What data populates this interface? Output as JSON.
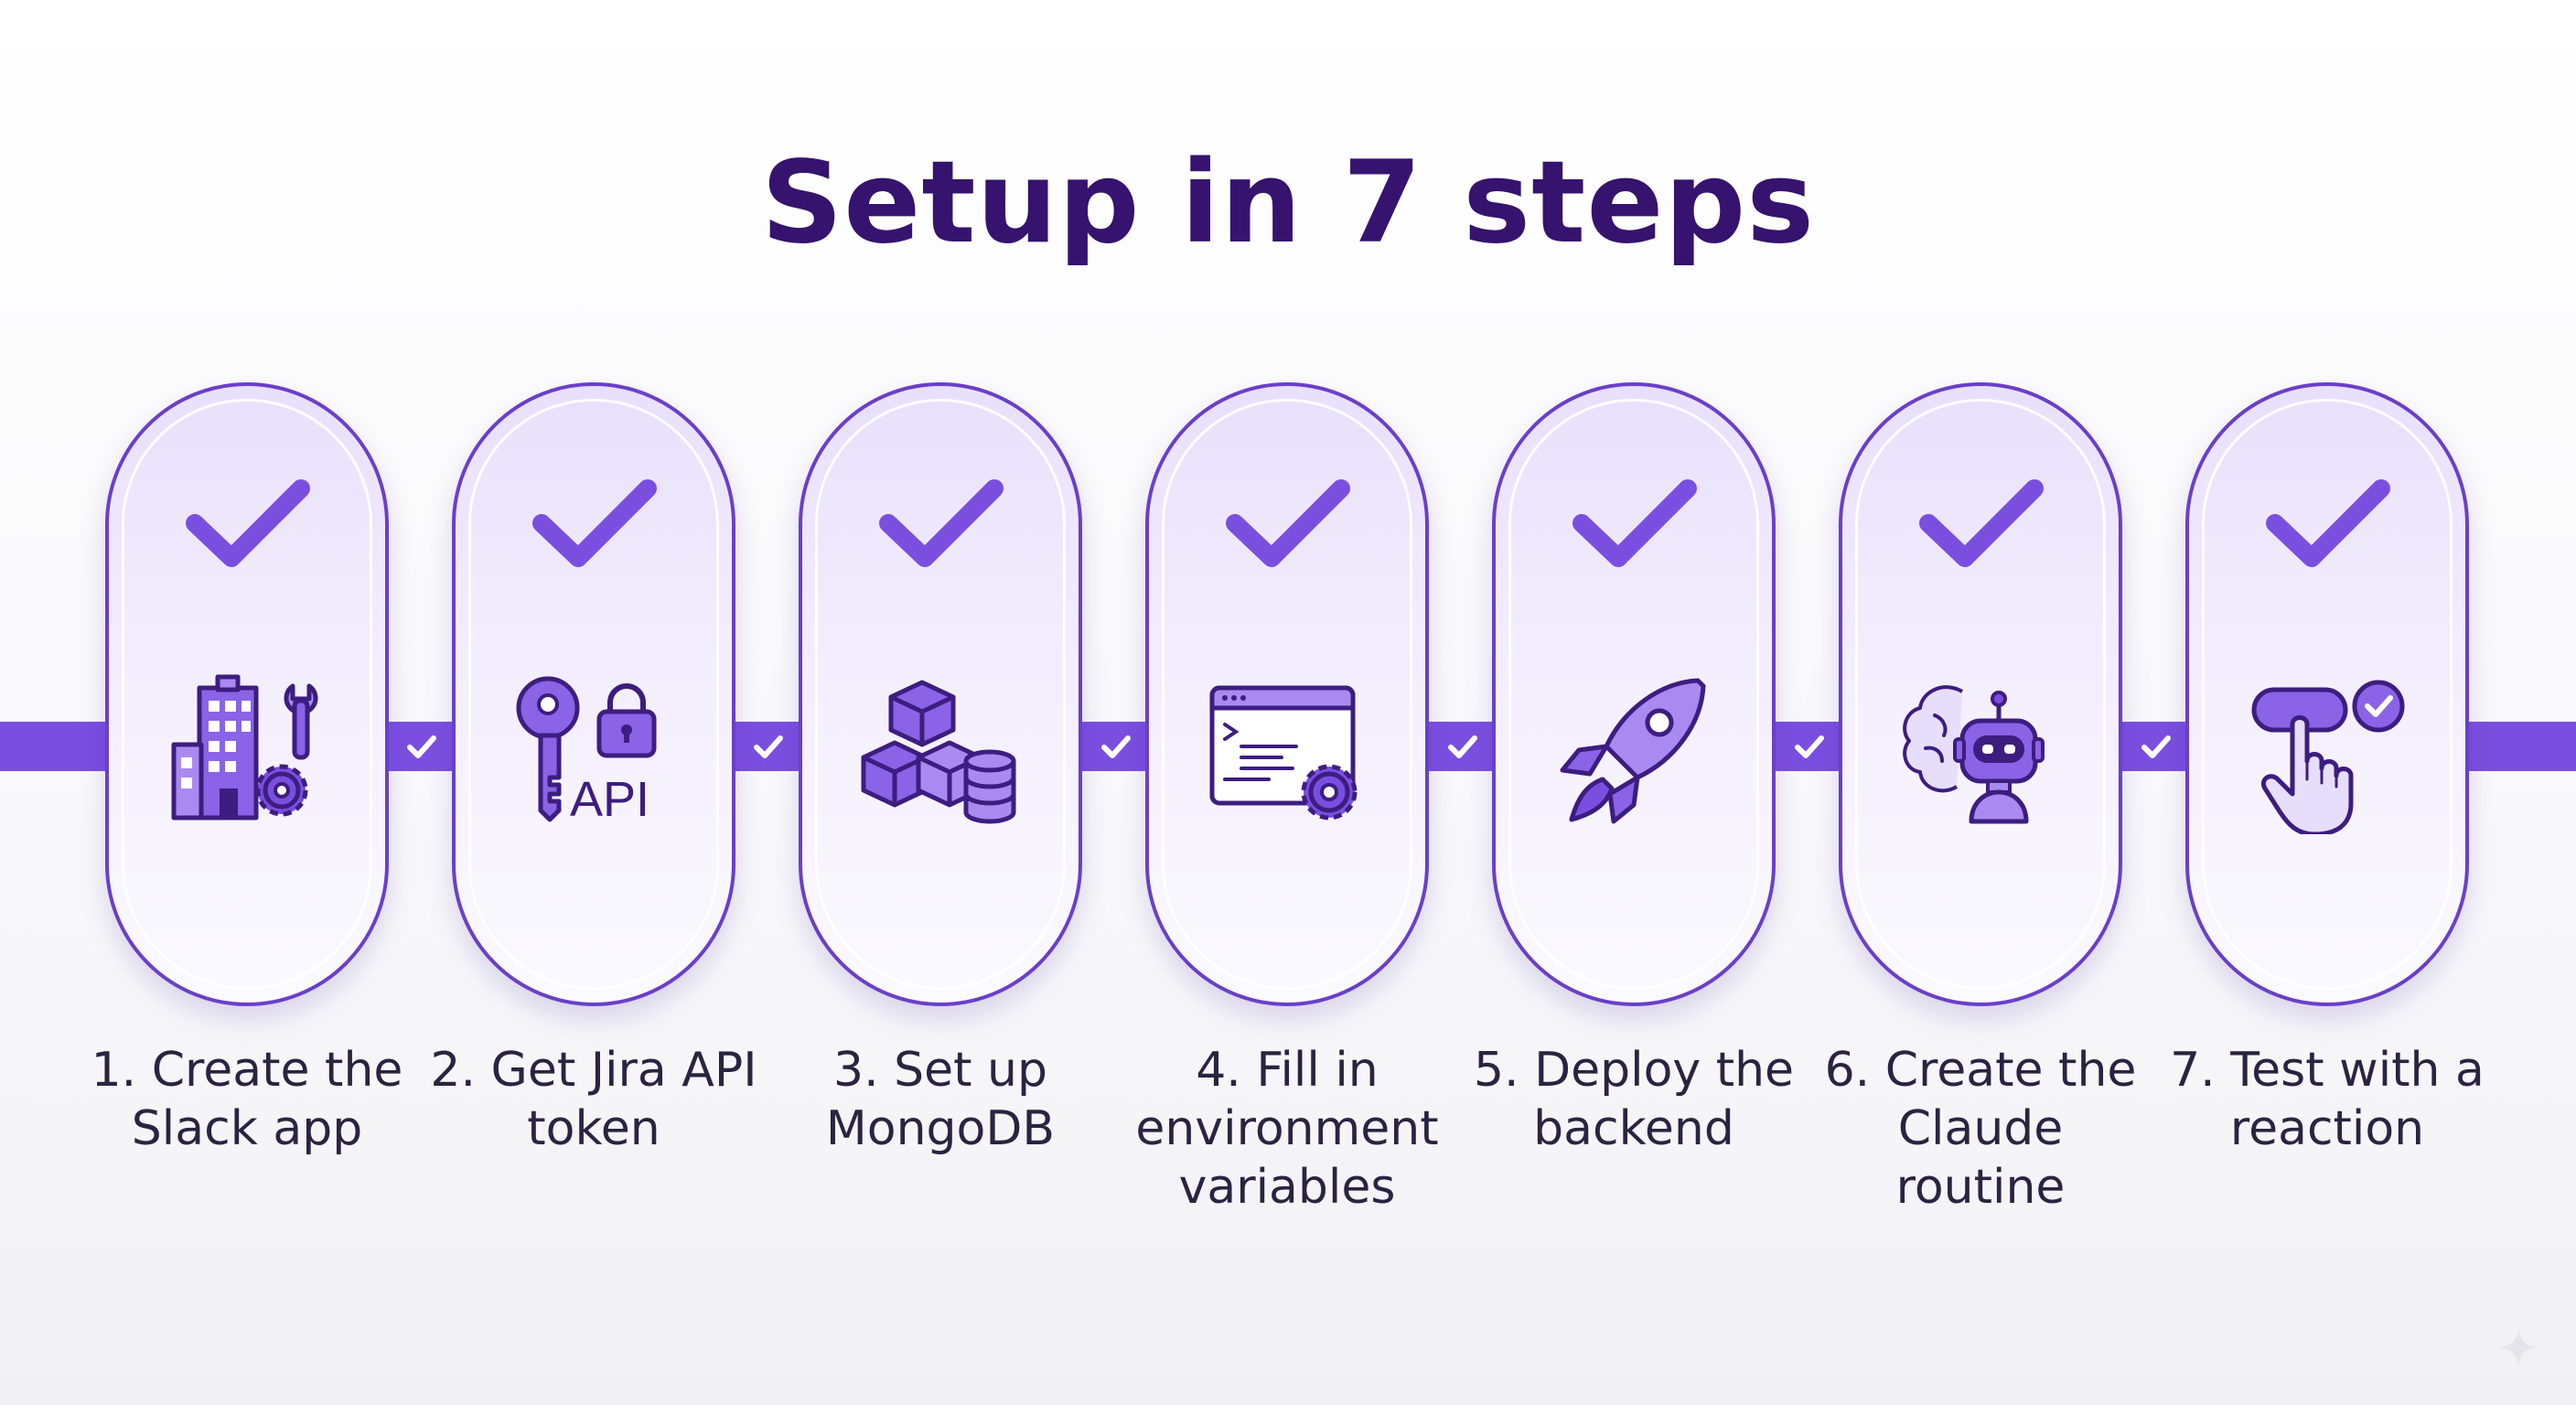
{
  "title": "Setup in 7 steps",
  "colors": {
    "title": "#35136e",
    "accent": "#7a4fe0",
    "accent_dark": "#3d1d80",
    "pill_border": "#6a3fc9"
  },
  "steps": [
    {
      "label": "1. Create the Slack app",
      "icon": "building-gear-icon",
      "status": "complete"
    },
    {
      "label": "2. Get Jira API token",
      "icon": "key-lock-api-icon",
      "status": "complete"
    },
    {
      "label": "3. Set up MongoDB",
      "icon": "cubes-database-icon",
      "status": "complete"
    },
    {
      "label": "4. Fill in environment variables",
      "icon": "terminal-gear-icon",
      "status": "complete"
    },
    {
      "label": "5. Deploy the backend",
      "icon": "rocket-icon",
      "status": "complete"
    },
    {
      "label": "6. Create the Claude routine",
      "icon": "brain-robot-icon",
      "status": "complete"
    },
    {
      "label": "7. Test with a reaction",
      "icon": "hand-tap-button-icon",
      "status": "complete"
    }
  ]
}
